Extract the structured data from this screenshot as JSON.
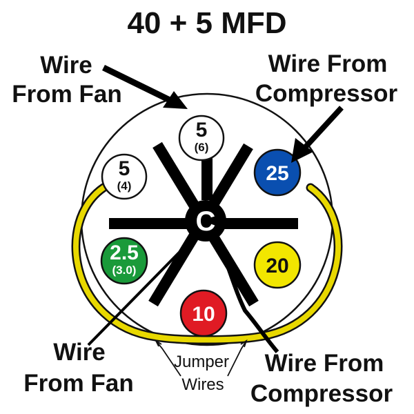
{
  "title": "40 + 5 MFD",
  "labels": {
    "wire_fan_top_line1": "Wire",
    "wire_fan_top_line2": "From Fan",
    "wire_comp_top_line1": "Wire From",
    "wire_comp_top_line2": "Compressor",
    "wire_fan_bottom_line1": "Wire",
    "wire_fan_bottom_line2": "From Fan",
    "wire_comp_bottom_line1": "Wire From",
    "wire_comp_bottom_line2": "Compressor",
    "jumper_line1": "Jumper",
    "jumper_line2": "Wires"
  },
  "terminals": {
    "fan_top": {
      "value": "5",
      "sub": "(6)",
      "color": "#ffffff"
    },
    "fan_left": {
      "value": "5",
      "sub": "(4)",
      "color": "#ffffff"
    },
    "herm_25": {
      "value": "25",
      "color": "#0a4fb0"
    },
    "green_25": {
      "value": "2.5",
      "sub": "(3.0)",
      "color": "#1a9a3a"
    },
    "yellow_20": {
      "value": "20",
      "color": "#f2e600"
    },
    "red_10": {
      "value": "10",
      "color": "#e01b24"
    },
    "common": {
      "value": "C",
      "color": "#000000"
    }
  },
  "colors": {
    "jumper_wire": "#e8d800",
    "line": "#000000"
  }
}
